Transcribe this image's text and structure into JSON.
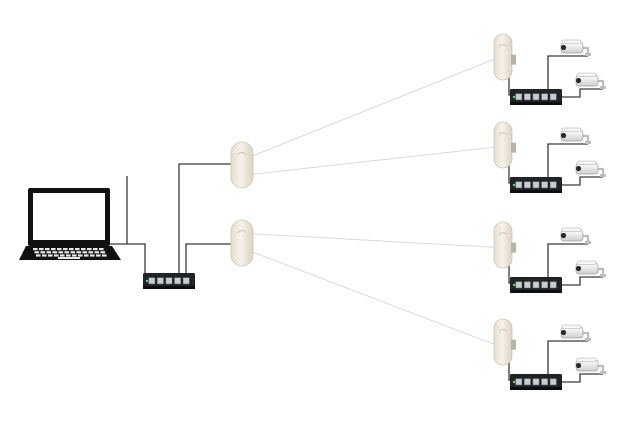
{
  "diagram": {
    "kind": "wireless-bridge-cctv-topology",
    "colors": {
      "background": "#ffffff",
      "cable": "#3a3a3a",
      "wireless_link": "#d9d9d9",
      "device_body": "#1f2326",
      "antenna_body": "#f1ebe2",
      "camera_body": "#eeeeee"
    },
    "nodes": {
      "laptop": {
        "icon": "laptop-icon"
      },
      "core_switch": {
        "icon": "poe-switch-icon",
        "ports": 5
      },
      "base_antennas": [
        {
          "icon": "wireless-bridge-icon"
        },
        {
          "icon": "wireless-bridge-icon"
        }
      ],
      "remote_sites": [
        {
          "antenna": "wireless-bridge-icon",
          "switch": "poe-switch-icon",
          "cameras": 2
        },
        {
          "antenna": "wireless-bridge-icon",
          "switch": "poe-switch-icon",
          "cameras": 2
        },
        {
          "antenna": "wireless-bridge-icon",
          "switch": "poe-switch-icon",
          "cameras": 2
        },
        {
          "antenna": "wireless-bridge-icon",
          "switch": "poe-switch-icon",
          "cameras": 2
        }
      ]
    },
    "links": {
      "wireless": [
        {
          "from": "base-antenna-1",
          "to": "remote-antenna-1"
        },
        {
          "from": "base-antenna-1",
          "to": "remote-antenna-2"
        },
        {
          "from": "base-antenna-2",
          "to": "remote-antenna-3"
        },
        {
          "from": "base-antenna-2",
          "to": "remote-antenna-4"
        }
      ]
    }
  }
}
